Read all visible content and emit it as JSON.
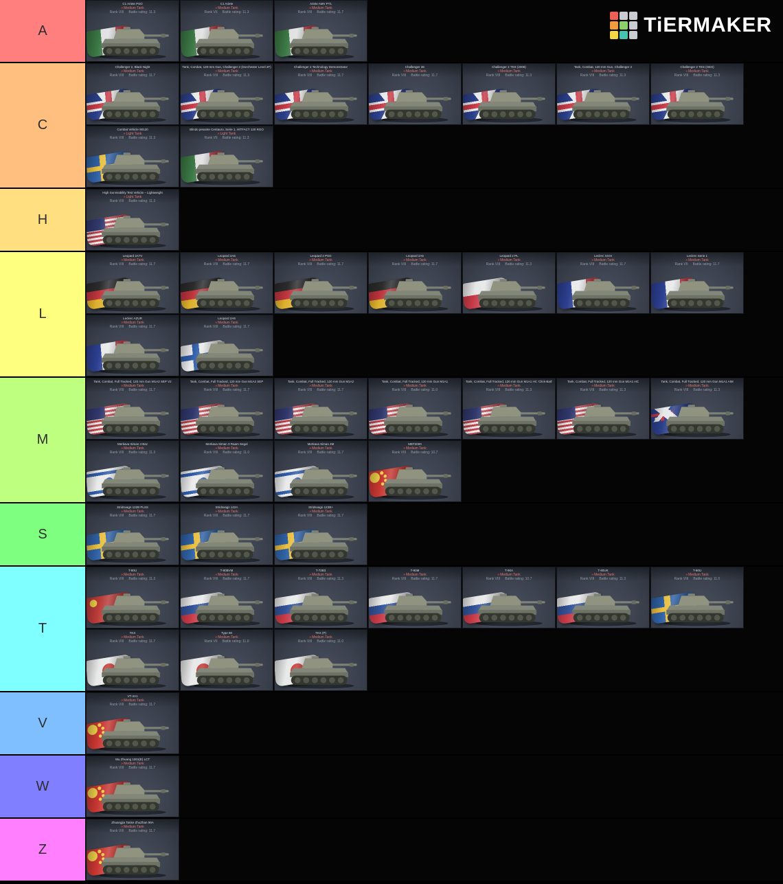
{
  "site": {
    "logo_text": "TiERMAKER",
    "logo_colors": [
      "#ee6055",
      "#c9ccd1",
      "#c9ccd1",
      "#f59b3c",
      "#8bd16a",
      "#c9ccd1",
      "#f6d645",
      "#45c4b0",
      "#c9ccd1"
    ]
  },
  "tiers": [
    {
      "label": "A",
      "color": "#ff7f7e",
      "items": [
        {
          "name": "C1 Ariete PSO",
          "type": "Medium Tank",
          "rank": "Rank VIII",
          "battle_rating": "Battle rating: 11.3",
          "country": "italy"
        },
        {
          "name": "C1 Ariete",
          "type": "Medium Tank",
          "rank": "Rank VII",
          "battle_rating": "Battle rating: 11.3",
          "country": "italy"
        },
        {
          "name": "Ariete AMV PT1",
          "type": "Medium Tank",
          "rank": "Rank VIII",
          "battle_rating": "Battle rating: 11.7",
          "country": "italy"
        }
      ]
    },
    {
      "label": "C",
      "color": "#ffbf7f",
      "items": [
        {
          "name": "Challenger 2, Black Night",
          "type": "Medium Tank",
          "rank": "Rank VIII",
          "battle_rating": "Battle rating: 11.7",
          "country": "uk"
        },
        {
          "name": "Tank, Combat, 120-mm Gun, Challenger 2 (Dorchester Level 2F)",
          "type": "Medium Tank",
          "rank": "Rank VIII",
          "battle_rating": "Battle rating: 11.3",
          "country": "uk"
        },
        {
          "name": "Challenger 2 Technology Demonstrator",
          "type": "Medium Tank",
          "rank": "Rank VIII",
          "battle_rating": "Battle rating: 11.7",
          "country": "uk"
        },
        {
          "name": "Challenger 2E",
          "type": "Medium Tank",
          "rank": "Rank VIII",
          "battle_rating": "Battle rating: 11.7",
          "country": "uk"
        },
        {
          "name": "Challenger 2 TES (2008)",
          "type": "Medium Tank",
          "rank": "Rank VIII",
          "battle_rating": "Battle rating: 11.3",
          "country": "uk"
        },
        {
          "name": "Tank, Combat, 120 mm Gun, Challenger 2",
          "type": "Medium Tank",
          "rank": "Rank VIII",
          "battle_rating": "Battle rating: 11.3",
          "country": "uk"
        },
        {
          "name": "Challenger 2 TES (OES)",
          "type": "Medium Tank",
          "rank": "Rank VIII",
          "battle_rating": "Battle rating: 11.3",
          "country": "uk"
        },
        {
          "name": "Combat Vehicle 90120",
          "type": "Light Tank",
          "rank": "Rank VIII",
          "battle_rating": "Battle rating: 11.3",
          "country": "sweden"
        },
        {
          "name": "Blindo pesante Centauro, Serie 1, HITFACT 120 RGO",
          "type": "Light Tank",
          "rank": "Rank VII",
          "battle_rating": "Battle rating: 11.3",
          "country": "italy"
        }
      ]
    },
    {
      "label": "H",
      "color": "#ffdf7f",
      "items": [
        {
          "name": "High Survivability Test Vehicle – Lightweight",
          "type": "Light Tank",
          "rank": "Rank VIII",
          "battle_rating": "Battle rating: 11.3",
          "country": "usa"
        }
      ]
    },
    {
      "label": "L",
      "color": "#ffff7f",
      "items": [
        {
          "name": "Leopard 2A7V",
          "type": "Medium Tank",
          "rank": "Rank VIII",
          "battle_rating": "Battle rating: 11.7",
          "country": "germany"
        },
        {
          "name": "Leopard 2A6",
          "type": "Medium Tank",
          "rank": "Rank VIII",
          "battle_rating": "Battle rating: 11.7",
          "country": "germany"
        },
        {
          "name": "Leopard 2 PSO",
          "type": "Medium Tank",
          "rank": "Rank VIII",
          "battle_rating": "Battle rating: 11.7",
          "country": "germany"
        },
        {
          "name": "Leopard 2A5",
          "type": "Medium Tank",
          "rank": "Rank VIII",
          "battle_rating": "Battle rating: 11.7",
          "country": "germany"
        },
        {
          "name": "Leopard 2 PL",
          "type": "Medium Tank",
          "rank": "Rank VIII",
          "battle_rating": "Battle rating: 11.3",
          "country": "poland"
        },
        {
          "name": "Leclerc SXXI",
          "type": "Medium Tank",
          "rank": "Rank VIII",
          "battle_rating": "Battle rating: 11.7",
          "country": "france"
        },
        {
          "name": "Leclerc Serie 1",
          "type": "Medium Tank",
          "rank": "Rank VII",
          "battle_rating": "Battle rating: 11.7",
          "country": "france"
        },
        {
          "name": "Leclerc AZUR",
          "type": "Medium Tank",
          "rank": "Rank VIII",
          "battle_rating": "Battle rating: 11.7",
          "country": "france"
        },
        {
          "name": "Leopard 2A6",
          "type": "Medium Tank",
          "rank": "Rank VIII",
          "battle_rating": "Battle rating: 11.7",
          "country": "finland"
        }
      ]
    },
    {
      "label": "M",
      "color": "#bfff7f",
      "items": [
        {
          "name": "Tank, Combat, Full Tracked, 120 mm Gun M1A2 SEP V2",
          "type": "Medium Tank",
          "rank": "Rank VIII",
          "battle_rating": "Battle rating: 11.7",
          "country": "usa"
        },
        {
          "name": "Tank, Combat, Full Tracked, 120 mm Gun M1A2 SEP",
          "type": "Medium Tank",
          "rank": "Rank VIII",
          "battle_rating": "Battle rating: 11.7",
          "country": "usa"
        },
        {
          "name": "Tank, Combat, Full Tracked, 120 mm Gun M1A2",
          "type": "Medium Tank",
          "rank": "Rank VIII",
          "battle_rating": "Battle rating: 11.7",
          "country": "usa"
        },
        {
          "name": "Tank, Combat, Full Tracked, 120 mm Gun M1A1",
          "type": "Medium Tank",
          "rank": "Rank VIII",
          "battle_rating": "Battle rating: 11.0",
          "country": "usa"
        },
        {
          "name": "Tank, Combat, Full Tracked, 120 mm Gun M1A1 HC 'Click-Bait'",
          "type": "Medium Tank",
          "rank": "Rank VIII",
          "battle_rating": "Battle rating: 11.3",
          "country": "usa"
        },
        {
          "name": "Tank, Combat, Full Tracked, 120 mm Gun M1A1 HC",
          "type": "Medium Tank",
          "rank": "Rank VIII",
          "battle_rating": "Battle rating: 11.3",
          "country": "usa"
        },
        {
          "name": "Tank, Combat, Full Tracked, 120 mm Gun M1A1 AIM",
          "type": "Medium Tank",
          "rank": "Rank VIII",
          "battle_rating": "Battle rating: 11.3",
          "country": "australia"
        },
        {
          "name": "Merkava Siman 4 Baz",
          "type": "Medium Tank",
          "rank": "Rank VIII",
          "battle_rating": "Battle rating: 11.3",
          "country": "israel"
        },
        {
          "name": "Merkava Siman 3 Raam Segol",
          "type": "Medium Tank",
          "rank": "Rank VIII",
          "battle_rating": "Battle rating: 11.0",
          "country": "israel"
        },
        {
          "name": "Merkava Siman 4M",
          "type": "Medium Tank",
          "rank": "Rank VIII",
          "battle_rating": "Battle rating: 11.7",
          "country": "israel"
        },
        {
          "name": "MBT2000",
          "type": "Medium Tank",
          "rank": "Rank VIII",
          "battle_rating": "Battle rating: 10.7",
          "country": "china"
        }
      ]
    },
    {
      "label": "S",
      "color": "#7fff7f",
      "items": [
        {
          "name": "Stridsvagn 122B PLSS",
          "type": "Medium Tank",
          "rank": "Rank VIII",
          "battle_rating": "Battle rating: 11.7",
          "country": "sweden"
        },
        {
          "name": "Stridsvagn 122A",
          "type": "Medium Tank",
          "rank": "Rank VIII",
          "battle_rating": "Battle rating: 11.7",
          "country": "sweden"
        },
        {
          "name": "Stridsvagn 122B+",
          "type": "Medium Tank",
          "rank": "Rank VIII",
          "battle_rating": "Battle rating: 11.7",
          "country": "sweden"
        }
      ]
    },
    {
      "label": "T",
      "color": "#7fffff",
      "items": [
        {
          "name": "T-80U",
          "type": "Medium Tank",
          "rank": "Rank VIII",
          "battle_rating": "Battle rating: 11.3",
          "country": "ussr"
        },
        {
          "name": "T-80BVM",
          "type": "Medium Tank",
          "rank": "Rank VIII",
          "battle_rating": "Battle rating: 11.7",
          "country": "russia"
        },
        {
          "name": "T-72B3",
          "type": "Medium Tank",
          "rank": "Rank VIII",
          "battle_rating": "Battle rating: 11.3",
          "country": "russia"
        },
        {
          "name": "T-90M",
          "type": "Medium Tank",
          "rank": "Rank VIII",
          "battle_rating": "Battle rating: 11.7",
          "country": "russia"
        },
        {
          "name": "T-90A",
          "type": "Medium Tank",
          "rank": "Rank VIII",
          "battle_rating": "Battle rating: 10.7",
          "country": "russia"
        },
        {
          "name": "T-80UK",
          "type": "Medium Tank",
          "rank": "Rank VIII",
          "battle_rating": "Battle rating: 11.3",
          "country": "russia"
        },
        {
          "name": "T-80U",
          "type": "Medium Tank",
          "rank": "Rank VIII",
          "battle_rating": "Battle rating: 11.0",
          "country": "sweden"
        },
        {
          "name": "TKX",
          "type": "Medium Tank",
          "rank": "Rank VIII",
          "battle_rating": "Battle rating: 11.7",
          "country": "japan"
        },
        {
          "name": "Type 90",
          "type": "Medium Tank",
          "rank": "Rank VII",
          "battle_rating": "Battle rating: 11.0",
          "country": "japan"
        },
        {
          "name": "TKX (P)",
          "type": "Medium Tank",
          "rank": "Rank VIII",
          "battle_rating": "Battle rating: 11.0",
          "country": "japan"
        }
      ]
    },
    {
      "label": "V",
      "color": "#7fbfff",
      "items": [
        {
          "name": "VT-4A1",
          "type": "Medium Tank",
          "rank": "Rank VIII",
          "battle_rating": "Battle rating: 11.7",
          "country": "china"
        }
      ]
    },
    {
      "label": "W",
      "color": "#7f7fff",
      "items": [
        {
          "name": "Wu Zhuang 1001(E) LCT",
          "type": "Medium Tank",
          "rank": "Rank VIII",
          "battle_rating": "Battle rating: 11.7",
          "country": "china"
        }
      ]
    },
    {
      "label": "Z",
      "color": "#ff7fff",
      "items": [
        {
          "name": "Zhuangjia Tanke ZhuZhan 99A",
          "type": "Medium Tank",
          "rank": "Rank VIII",
          "battle_rating": "Battle rating: 11.7",
          "country": "china"
        }
      ]
    }
  ]
}
